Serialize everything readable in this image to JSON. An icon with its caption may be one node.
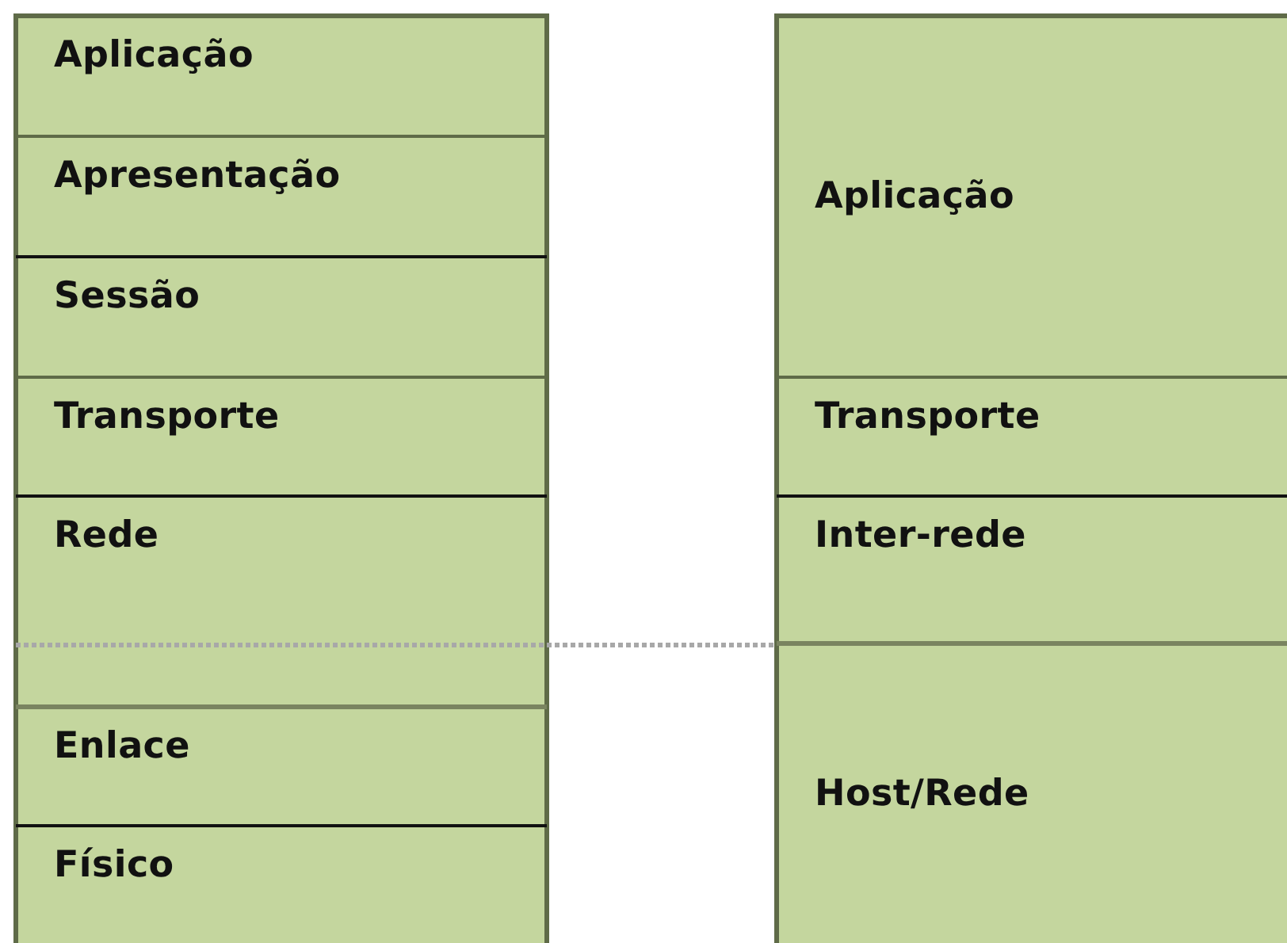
{
  "diagram": {
    "nodes": [
      {
        "text": [
          "Aplicação"
        ]
      },
      {
        "text": [
          "Apresentação"
        ]
      },
      {
        "text": [
          "Sessão"
        ]
      },
      {
        "text": [
          "Transporte"
        ]
      },
      {
        "text": [
          "Rede"
        ]
      },
      {
        "text": [],
        "shape": "box"
      },
      {
        "text": [
          "Enlace"
        ]
      },
      {
        "text": [
          "Físico"
        ]
      },
      {
        "text": [
          "Aplicação"
        ]
      },
      {
        "text": [
          "Transporte"
        ]
      },
      {
        "text": [
          "Inter-rede"
        ]
      },
      {
        "text": [
          "Host/Rede"
        ]
      }
    ]
  }
}
